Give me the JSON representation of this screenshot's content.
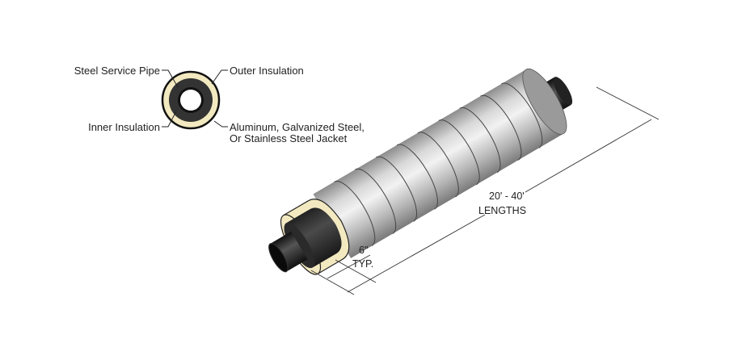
{
  "cross_section": {
    "labels": {
      "steel_service_pipe": "Steel Service Pipe",
      "outer_insulation": "Outer Insulation",
      "inner_insulation": "Inner Insulation",
      "jacket_line1": "Aluminum, Galvanized Steel,",
      "jacket_line2": "Or Stainless Steel Jacket"
    }
  },
  "pipe": {
    "length_line1": "20' - 40'",
    "length_line2": "LENGTHS",
    "cutback_line1": "6\"",
    "cutback_line2": "TYP."
  },
  "colors": {
    "outer_insulation": "#f3e9c0",
    "inner_insulation": "#2e2e2e",
    "jacket": "#c8c8c8",
    "pipe": "#1e1e1e"
  }
}
